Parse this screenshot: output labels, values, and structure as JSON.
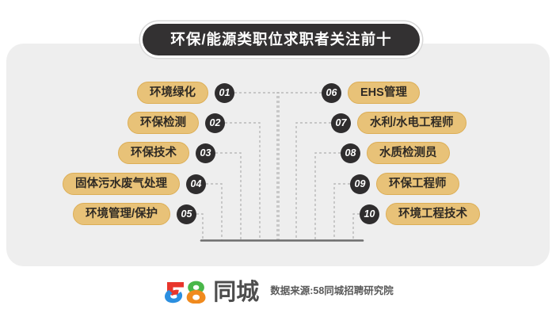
{
  "header": {
    "title": "环保/能源类职位求职者关注前十"
  },
  "ranking": {
    "left_items": [
      {
        "rank": "01",
        "label": "环境绿化"
      },
      {
        "rank": "02",
        "label": "环保检测"
      },
      {
        "rank": "03",
        "label": "环保技术"
      },
      {
        "rank": "04",
        "label": "固体污水废气处理"
      },
      {
        "rank": "05",
        "label": "环境管理/保护"
      }
    ],
    "right_items": [
      {
        "rank": "06",
        "label": "EHS管理"
      },
      {
        "rank": "07",
        "label": "水利/水电工程师"
      },
      {
        "rank": "08",
        "label": "水质检测员"
      },
      {
        "rank": "09",
        "label": "环保工程师"
      },
      {
        "rank": "10",
        "label": "环境工程技术"
      }
    ]
  },
  "footer": {
    "logo_mark": "58",
    "logo_word": "同城",
    "source": "数据来源:58同城招聘研究院"
  },
  "colors": {
    "panel_bg": "#eeeeee",
    "page_bg": "#ffffff",
    "title_bg": "#333132",
    "title_fg": "#ffffff",
    "pill_bg": "#e8c278",
    "pill_border": "#dcae56",
    "pill_fg": "#2f2a24",
    "badge_bg": "#2f2d2e",
    "badge_fg": "#ffffff",
    "connector": "#b8b8b8",
    "base_bar": "#6d6d6d",
    "logo_red": "#e8352b",
    "logo_blue": "#2b8fe0",
    "logo_green": "#49b749",
    "logo_orange": "#f08a1e",
    "logo_word": "#4d4d4d",
    "source_fg": "#5a5a5a"
  }
}
